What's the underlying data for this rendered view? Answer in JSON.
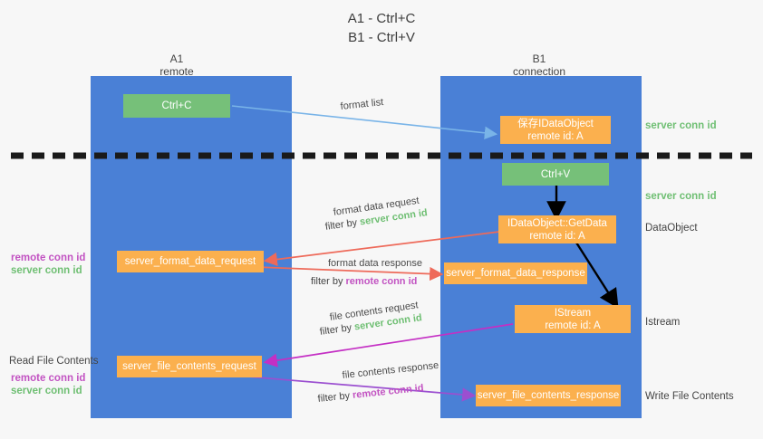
{
  "title": {
    "line1": "A1 - Ctrl+C",
    "line2": "B1 - Ctrl+V"
  },
  "lanes": [
    {
      "id": "a1",
      "name": "A1",
      "sub": "remote"
    },
    {
      "id": "b1",
      "name": "B1",
      "sub": "connection"
    }
  ],
  "nodes": {
    "ctrl_c": {
      "label": "Ctrl+C",
      "color": "#76c079"
    },
    "save_dataobject": {
      "line1": "保存IDataObject",
      "line2": "remote id: A",
      "color": "#fbb04e"
    },
    "ctrl_v": {
      "label": "Ctrl+V",
      "color": "#76c079"
    },
    "getdata": {
      "line1": "IDataObject::GetData",
      "line2": "remote id: A",
      "color": "#fbb04e"
    },
    "istream": {
      "line1": "IStream",
      "line2": "remote id: A",
      "color": "#fbb04e"
    },
    "server_format_data_request": {
      "label": "server_format_data_request",
      "color": "#fbb04e"
    },
    "server_format_data_response": {
      "label": "server_format_data_response",
      "color": "#fbb04e"
    },
    "server_file_contents_request": {
      "label": "server_file_contents_request",
      "color": "#fbb04e"
    },
    "server_file_contents_response": {
      "label": "server_file_contents_response",
      "color": "#fbb04e"
    }
  },
  "right_labels": {
    "server_conn_id_top": "server conn id",
    "server_conn_id_mid": "server conn id",
    "dataobject": "DataObject",
    "istream": "Istream",
    "write_file_contents": "Write File Contents"
  },
  "left_labels": {
    "remote_conn_id_1": "remote conn id",
    "server_conn_id_1": "server conn id",
    "read_file_contents": "Read File Contents",
    "remote_conn_id_2": "remote conn id",
    "server_conn_id_2": "server conn id"
  },
  "edges": {
    "format_list": "format list",
    "format_data_request": "format data request",
    "format_data_request_filter_prefix": "filter by ",
    "format_data_request_filter_value": "server conn id",
    "format_data_response": "format data response",
    "format_data_response_filter_prefix": "filter by ",
    "format_data_response_filter_value": "remote conn id",
    "file_contents_request": "file contents request",
    "file_contents_request_filter_prefix": "filter by ",
    "file_contents_request_filter_value": "server conn id",
    "file_contents_response": "file contents response",
    "file_contents_response_filter_prefix": "filter by ",
    "file_contents_response_filter_value": "remote conn id"
  },
  "colors": {
    "lane": "#4a80d6",
    "green": "#76c079",
    "orange": "#fbb04e",
    "green_text": "#6fbf73",
    "pink_text": "#c253c2",
    "red_arrow": "#ee6a5a",
    "blue_arrow": "#79b4e8",
    "magenta_arrow": "#c42fc4",
    "purple_arrow": "#9b4fd0",
    "black_arrow": "#000000",
    "divider": "#1a1a1a"
  }
}
